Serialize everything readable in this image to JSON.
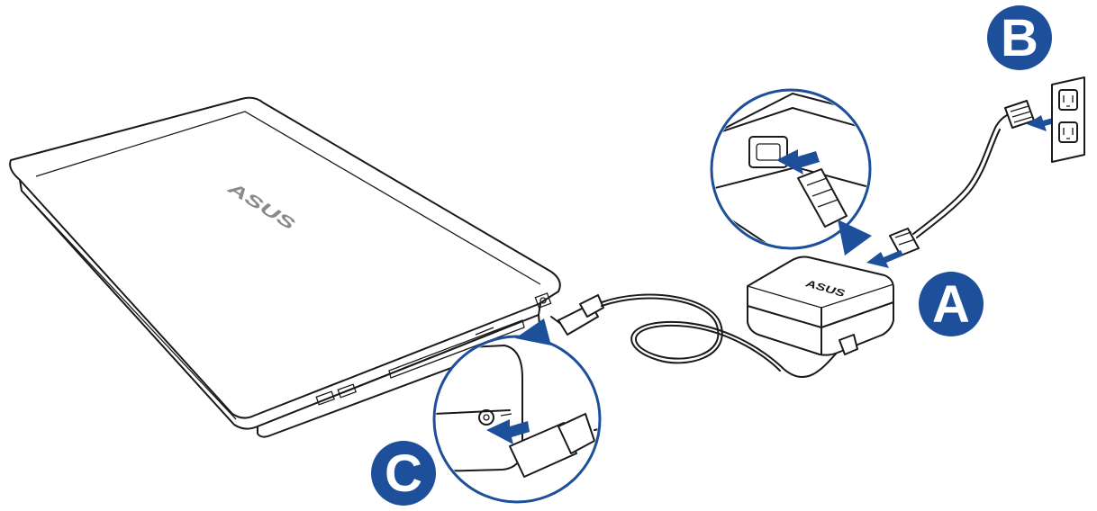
{
  "labels": {
    "adapter": "A",
    "outlet": "B",
    "laptop_port": "C"
  },
  "brand": {
    "logo_text": "ASUS"
  },
  "colors": {
    "badge": "#1e4f9b",
    "detail_circle": "#1e4f9b",
    "line": "#1a1a1a"
  },
  "icons": {
    "laptop": "closed-laptop-icon",
    "adapter": "power-adapter-icon",
    "outlet": "wall-outlet-icon"
  }
}
